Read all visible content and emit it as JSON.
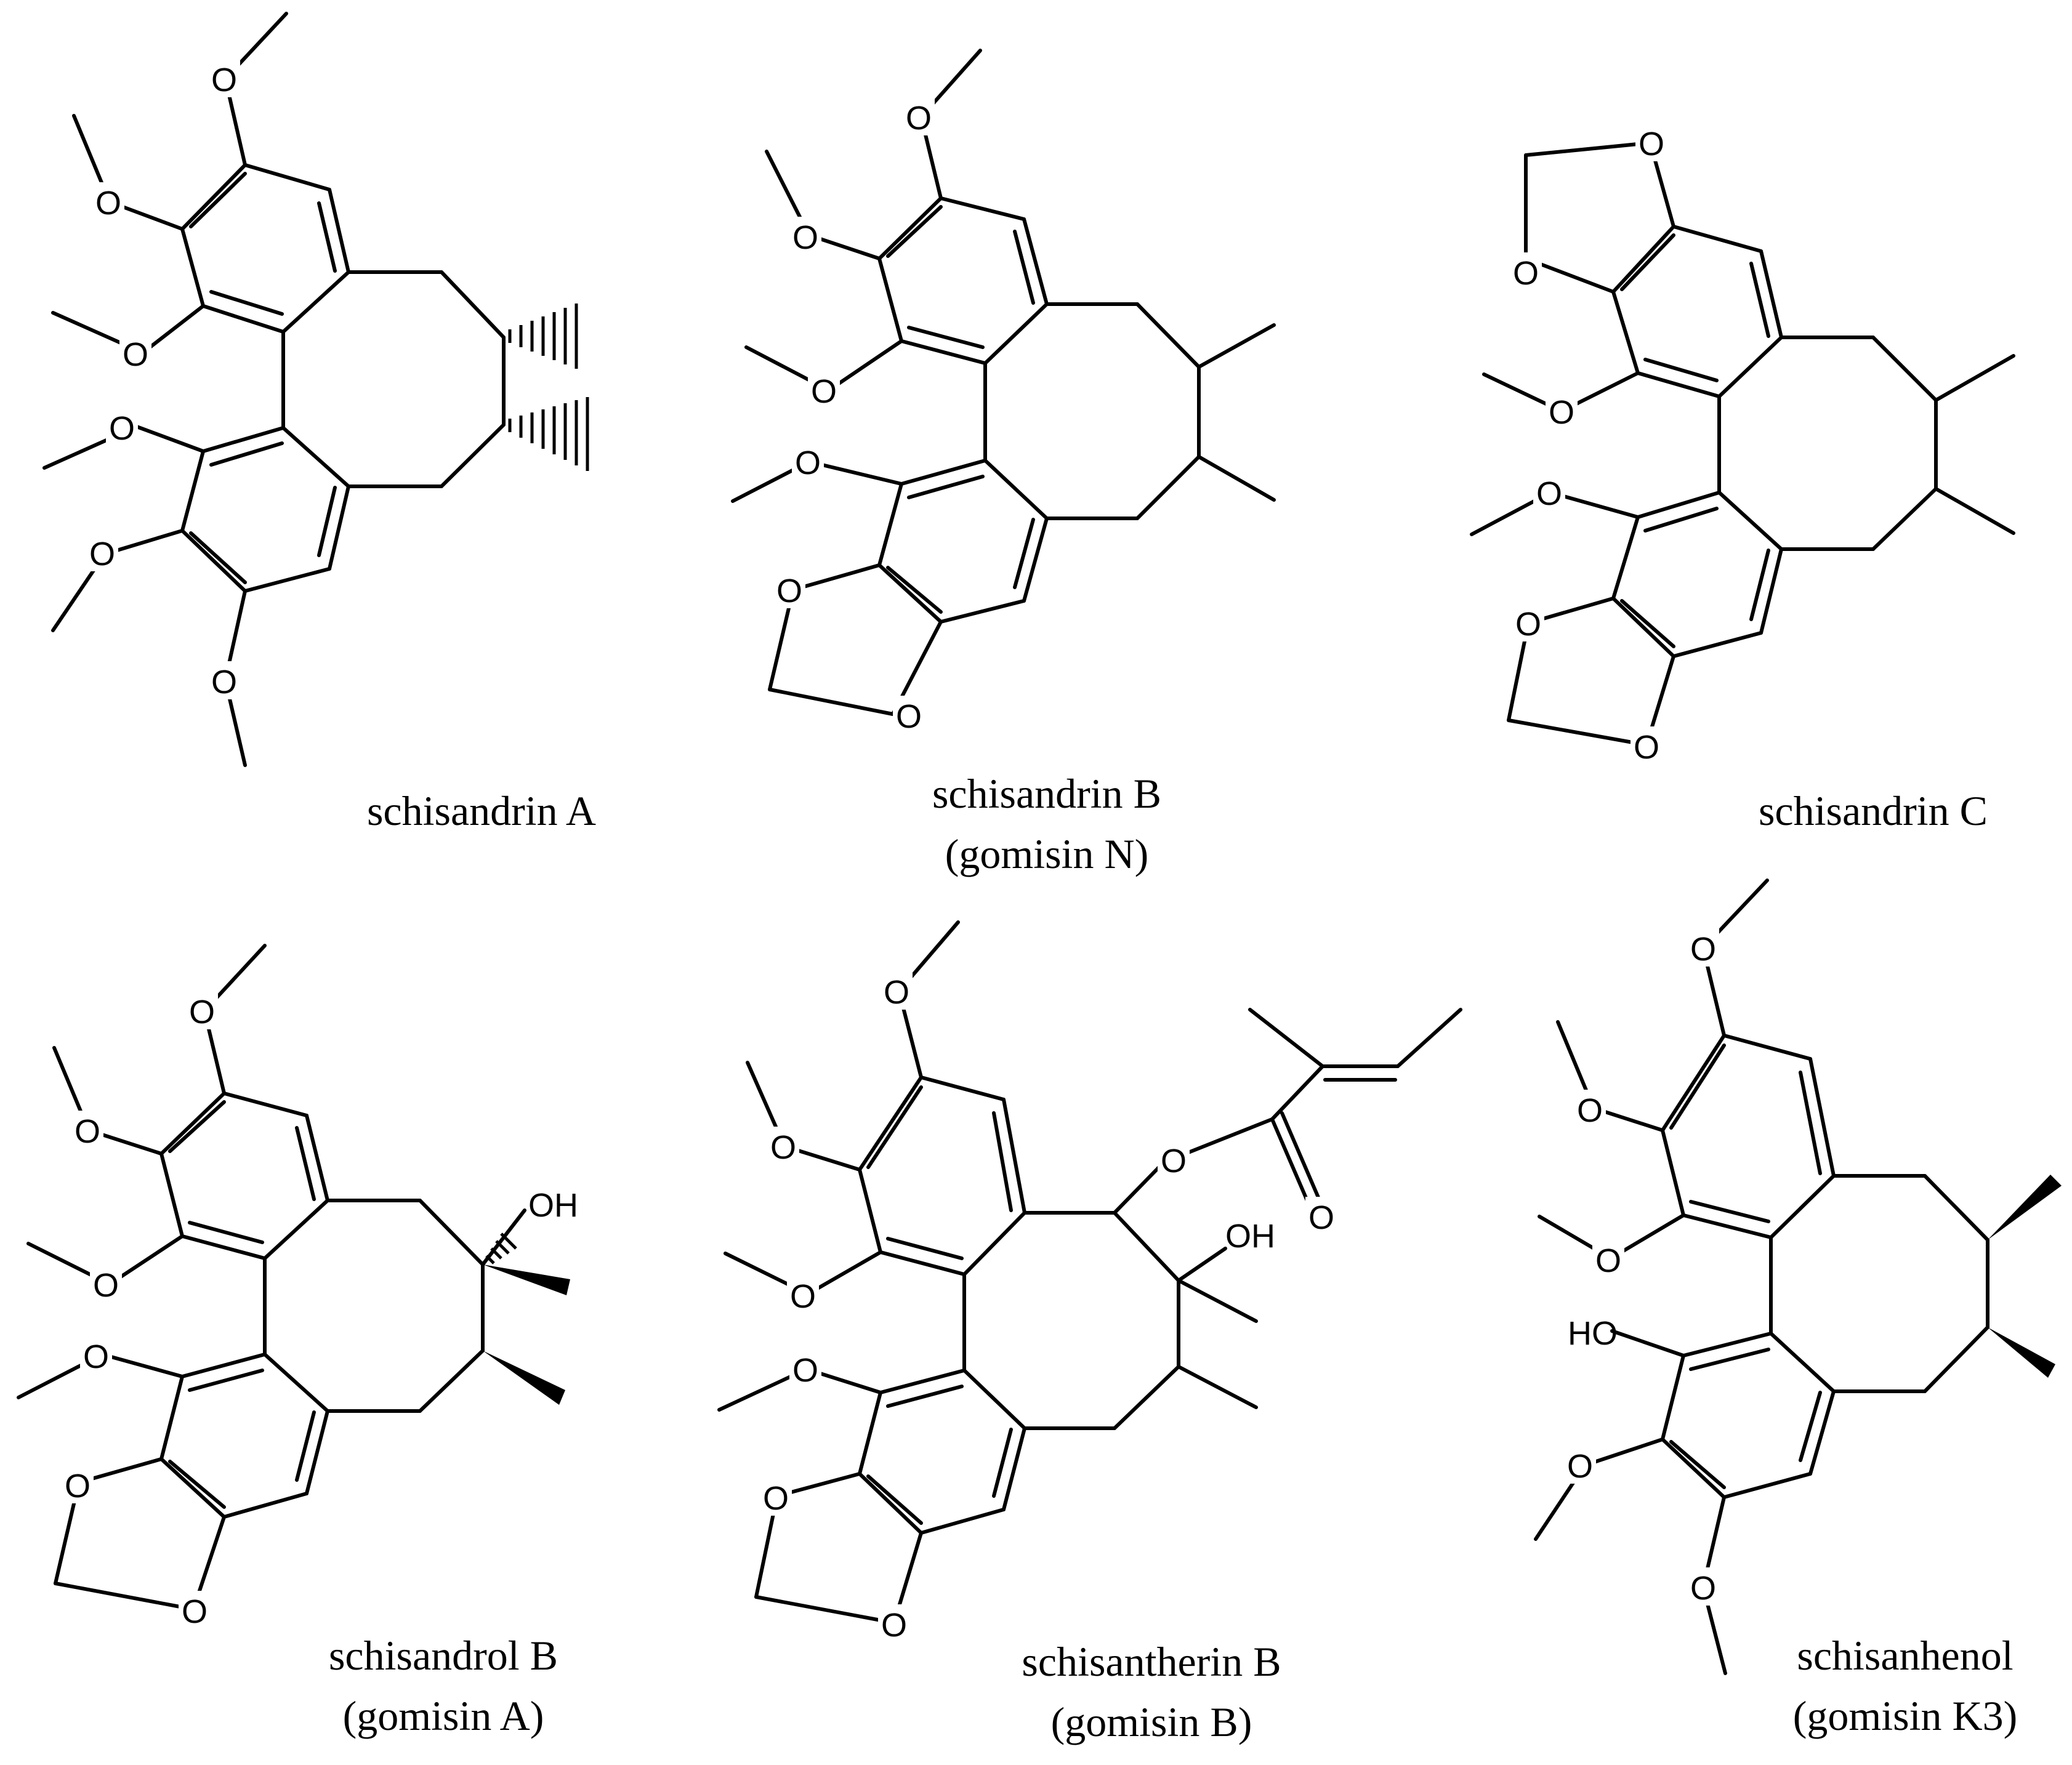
{
  "molecules": [
    {
      "id": "schisandrin-a",
      "caption": [
        "schisandrin A"
      ]
    },
    {
      "id": "schisandrin-b",
      "caption": [
        "schisandrin B",
        "(gomisin N)"
      ]
    },
    {
      "id": "schisandrin-c",
      "caption": [
        "schisandrin C"
      ]
    },
    {
      "id": "schisandrol-b",
      "caption": [
        "schisandrol B",
        "(gomisin A)"
      ]
    },
    {
      "id": "schisantherin-b",
      "caption": [
        "schisantherin B",
        "(gomisin B)"
      ]
    },
    {
      "id": "schisanhenol",
      "caption": [
        "schisanhenol",
        "(gomisin K3)"
      ]
    }
  ],
  "atom_labels": {
    "oxygen": "O",
    "hydroxyl": "OH",
    "hydroxyl_left": "HO"
  }
}
